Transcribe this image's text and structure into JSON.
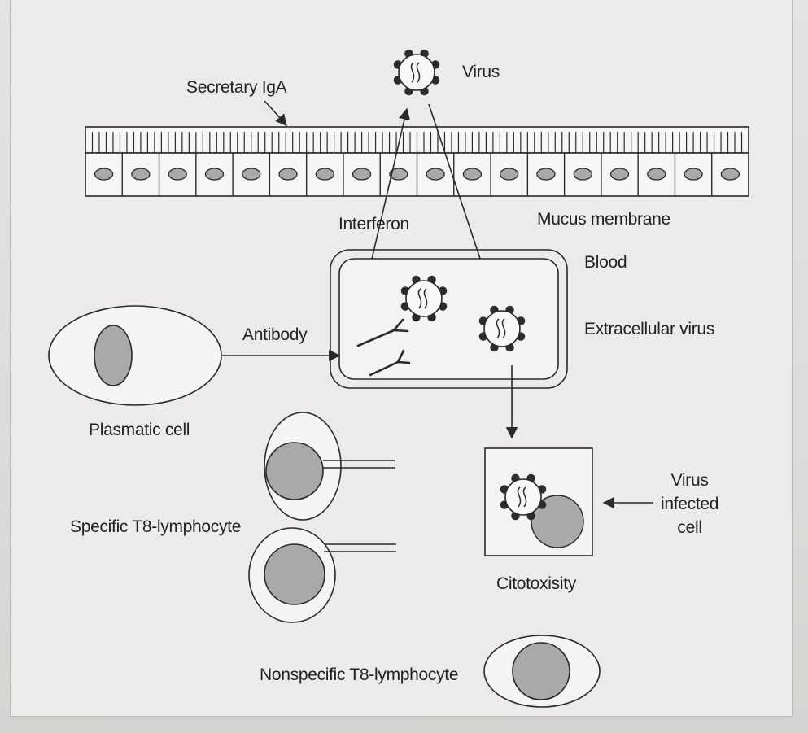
{
  "labels": {
    "virus": "Virus",
    "secretary_iga": "Secretary IgA",
    "interferon": "Interferon",
    "mucus_membrane": "Mucus membrane",
    "blood": "Blood",
    "antibody": "Antibody",
    "extracellular_virus": "Extracellular virus",
    "plasmatic_cell": "Plasmatic cell",
    "specific_t8": "Specific T8-lymphocyte",
    "virus_infected_cell": [
      "Virus",
      "infected",
      "cell"
    ],
    "citotoxisity": "Citotoxisity",
    "nonspecific_t8": "Nonspecific T8-lymphocyte"
  },
  "colors": {
    "line": "#2a2a2a",
    "nucleus_fill": "#a9a9a7",
    "cell_fill": "#f4f4f2",
    "virus_spike": "#2c2c2c"
  },
  "icons": {
    "virus": "virus-icon",
    "antibody": "antibody-y-icon",
    "epithelial_cell": "epithelial-cell-icon",
    "lymphocyte": "lymphocyte-icon"
  },
  "mucosa": {
    "epithelial_cell_count": 18,
    "cilia_count": 96
  }
}
